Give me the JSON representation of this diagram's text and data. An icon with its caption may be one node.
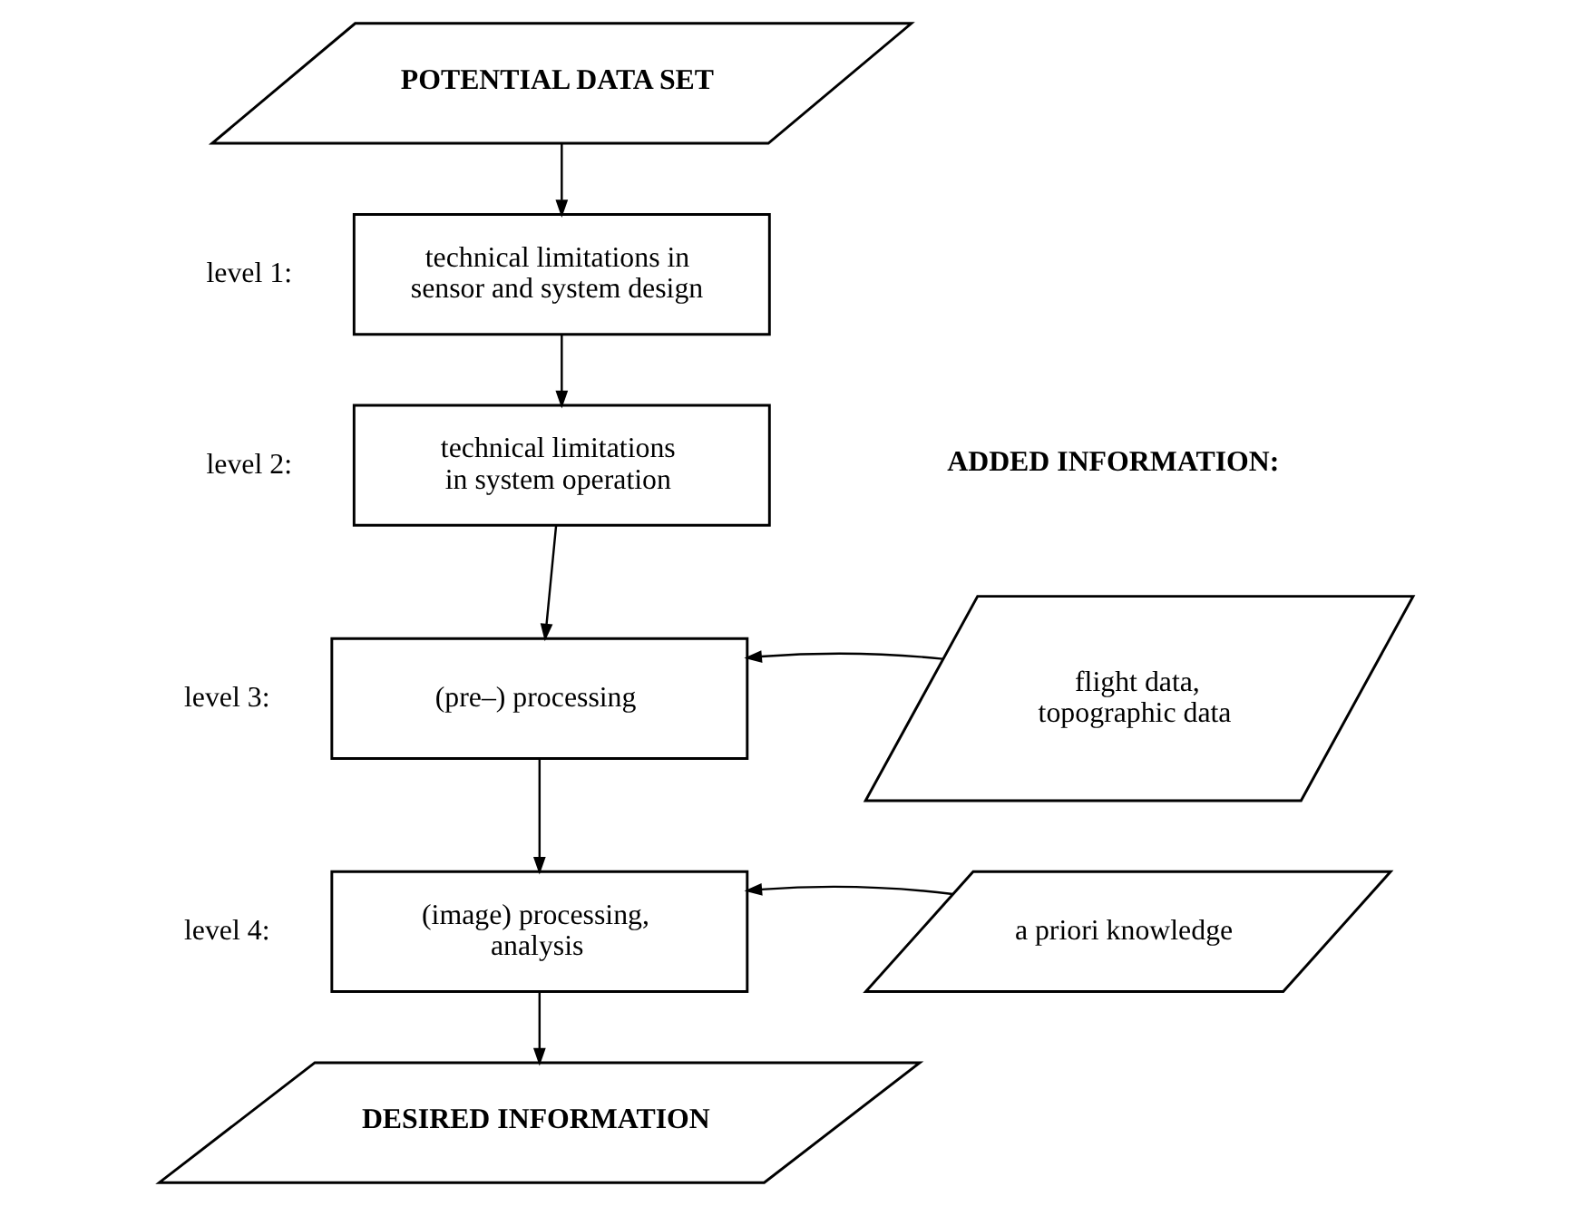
{
  "diagram": {
    "nodes": [
      {
        "text": [
          "POTENTIAL DATA SET"
        ]
      },
      {
        "text": [
          "technical limitations in sensor and system design"
        ],
        "beside": [
          "level 1:"
        ]
      },
      {
        "text": [
          "technical limitations in system operation"
        ],
        "beside": [
          "level 2:"
        ]
      },
      {
        "text": [
          "(pre–) processing"
        ],
        "beside": [
          "level 3:"
        ]
      },
      {
        "text": [
          "flight data, topographic data"
        ]
      },
      {
        "text": [
          "(image) processing, analysis"
        ],
        "beside": [
          "level 4:"
        ]
      },
      {
        "text": [
          "a priori knowledge"
        ]
      },
      {
        "text": [
          "DESIRED INFORMATION"
        ]
      }
    ],
    "edges": [
      {
        "from": 0,
        "to": 1,
        "arrow": "to"
      },
      {
        "from": 1,
        "to": 2,
        "arrow": "to"
      },
      {
        "from": 2,
        "to": 3,
        "arrow": "to"
      },
      {
        "from": 4,
        "to": 3,
        "arrow": "to"
      },
      {
        "from": 3,
        "to": 5,
        "arrow": "to"
      },
      {
        "from": 6,
        "to": 5,
        "arrow": "to"
      },
      {
        "from": 5,
        "to": 7,
        "arrow": "to"
      }
    ],
    "labels": [
      "ADDED INFORMATION:"
    ]
  }
}
